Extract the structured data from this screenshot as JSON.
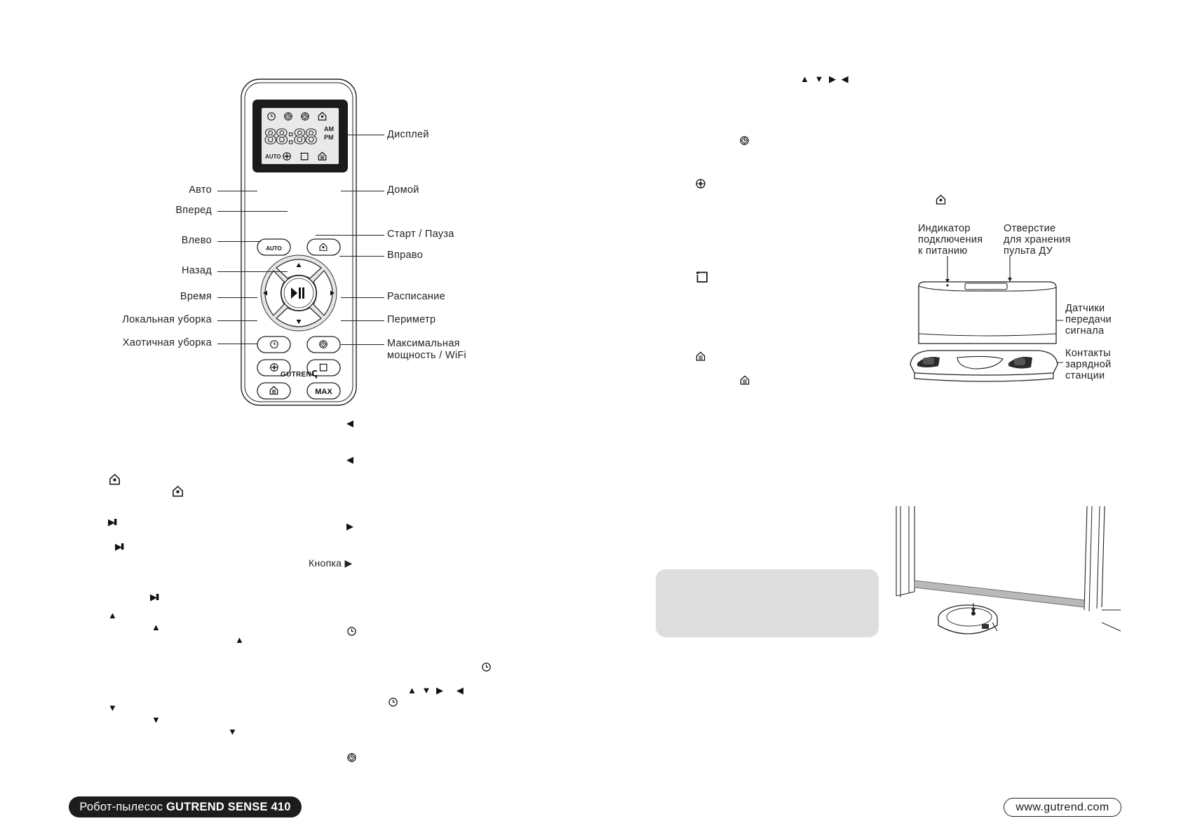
{
  "remote": {
    "display_label": "Дисплей",
    "lcd": {
      "digits": "88:88",
      "am": "AM",
      "pm": "PM",
      "auto": "AUTO"
    },
    "buttons": {
      "auto": "AUTO",
      "max": "MAX",
      "play_pause_glyph": "▶II"
    },
    "brand": "GUTREN",
    "labels": {
      "auto": "Авто",
      "forward": "Вперед",
      "left": "Влево",
      "back": "Назад",
      "time": "Время",
      "spot": "Локальная уборка",
      "random": "Хаотичная уборка",
      "home": "Домой",
      "start_pause": "Старт / Пауза",
      "right": "Вправо",
      "schedule": "Расписание",
      "perimeter": "Периметр",
      "max_line1": "Максимальная",
      "max_line2": "мощность / WiFi"
    }
  },
  "left_column": {
    "button_word": "Кнопка",
    "glyphs": {
      "home": "home-icon",
      "play_pause": "▶II",
      "up": "▲",
      "down": "▼",
      "left": "◀",
      "right": "▶",
      "clock": "clock-icon",
      "schedule": "schedule-icon"
    }
  },
  "right_page": {
    "arrows": "▲ ▼ ▶  ◀"
  },
  "station": {
    "indicator": [
      "Индикатор",
      "подключения",
      "к питанию"
    ],
    "hole": [
      "Отверстие",
      "для хранения",
      "пульта ДУ"
    ],
    "sensors": [
      "Датчики",
      "передачи",
      "сигнала"
    ],
    "contacts": [
      "Контакты",
      "зарядной",
      "станции"
    ]
  },
  "footer": {
    "product_prefix": "Робот-пылесос ",
    "product_name": "GUTREND SENSE 410",
    "url": "www.gutrend.com"
  },
  "colors": {
    "ink": "#1a1a1a",
    "lcd_frame": "#1b1b1b",
    "lcd_screen": "#e9e9e9",
    "grey_box": "#dedede",
    "dpad": "#e6e6e6"
  }
}
